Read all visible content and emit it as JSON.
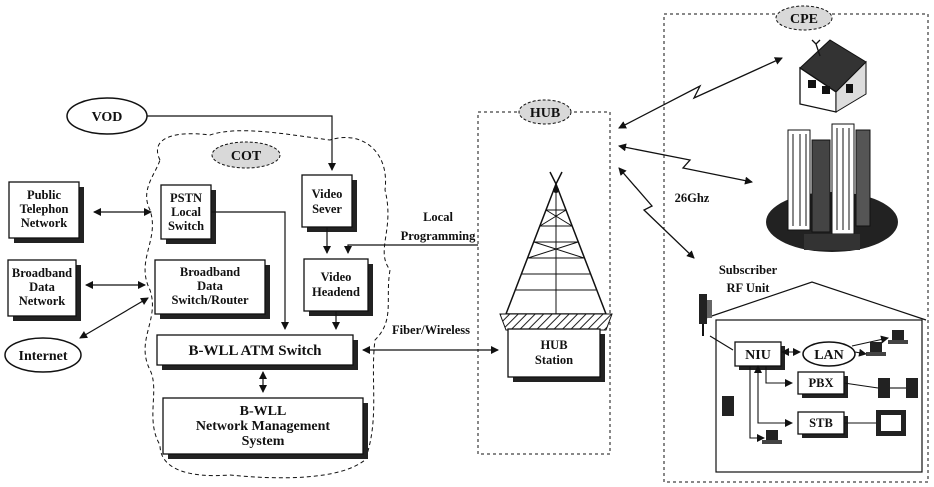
{
  "diagram": {
    "regions": {
      "cot": "COT",
      "hub": "HUB",
      "cpe": "CPE"
    },
    "ellipses": {
      "vod": "VOD",
      "internet": "Internet",
      "lan": "LAN"
    },
    "boxes": {
      "public_telephone": [
        "Public",
        "Telephon",
        "Network"
      ],
      "broadband_network": [
        "Broadband",
        "Data",
        "Network"
      ],
      "pstn": [
        "PSTN",
        "Local",
        "Switch"
      ],
      "broadband_router": [
        "Broadband",
        "Data",
        "Switch/Router"
      ],
      "video_server": [
        "Video",
        "Sever"
      ],
      "video_headend": [
        "Video",
        "Headend"
      ],
      "atm_switch": "B-WLL ATM Switch",
      "nms": [
        "B-WLL",
        "Network Management",
        "System"
      ],
      "hub_station": [
        "HUB",
        "Station"
      ],
      "niu": "NIU",
      "pbx": "PBX",
      "stb": "STB"
    },
    "labels": {
      "local_programming": [
        "Local",
        "Programming"
      ],
      "fiber_wireless": "Fiber/Wireless",
      "freq": "26Ghz",
      "subscriber_rf": [
        "Subscriber",
        "RF Unit"
      ]
    }
  },
  "colors": {
    "ink": "#111111",
    "box_fill": "#ffffff",
    "shadow": "#222222",
    "region_fill": "#d9d9d9"
  }
}
